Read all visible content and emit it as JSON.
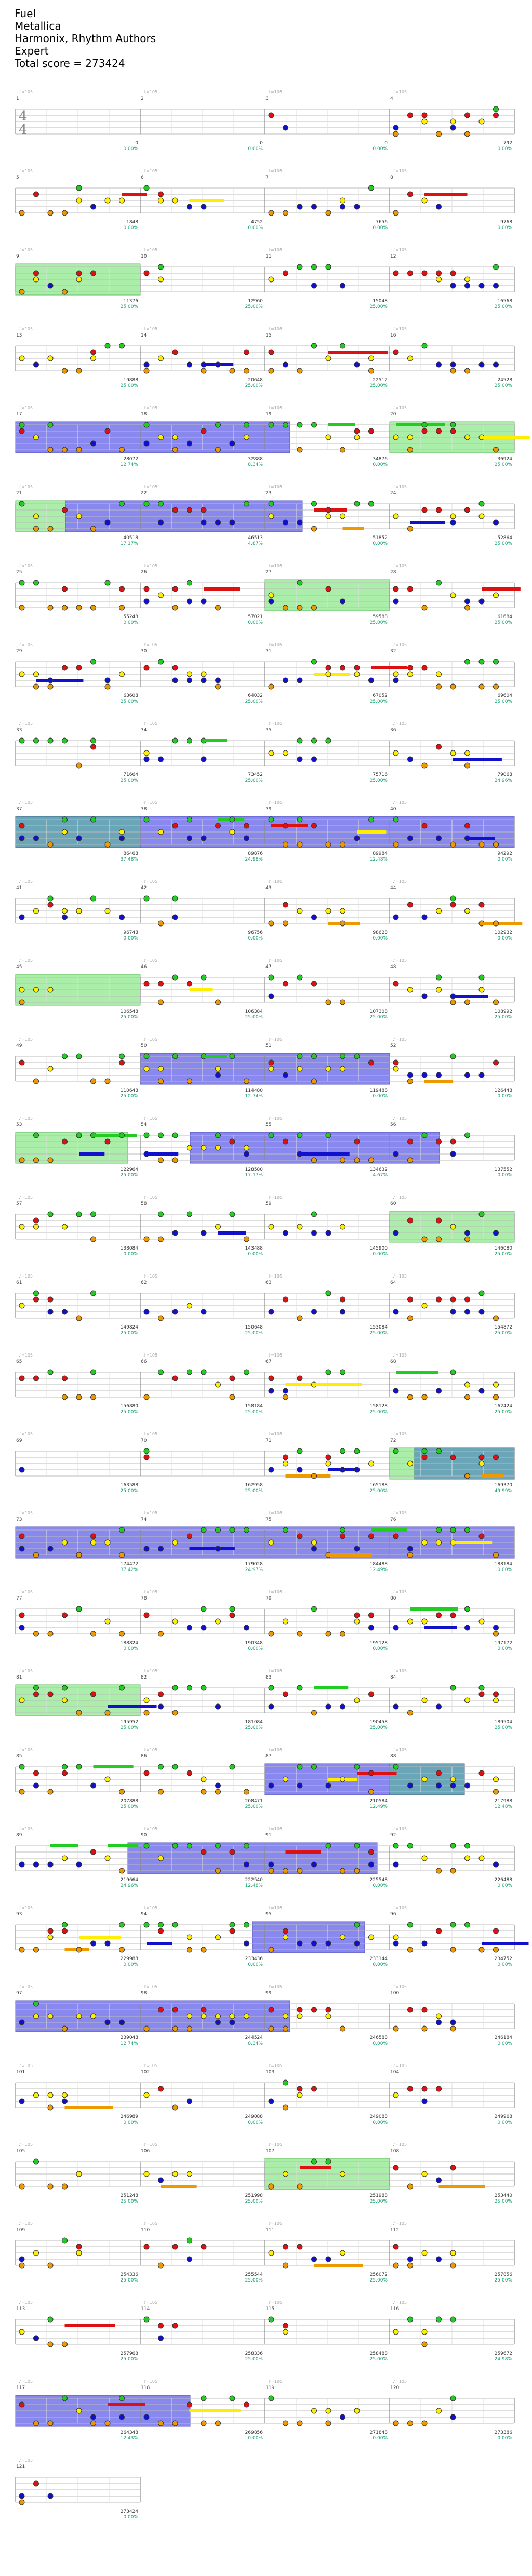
{
  "song": {
    "title": "Fuel",
    "artist": "Metallica",
    "charter": "Harmonix,  Rhythm Authors",
    "difficulty": "Expert",
    "total_score_label": "Total score = 273424"
  },
  "time_signature": {
    "numerator": "4",
    "denominator": "4"
  },
  "tempo_marker": "♪=105",
  "colors": {
    "green": "#22cc22",
    "red": "#dd1111",
    "yellow": "#ffee00",
    "blue": "#1111cc",
    "orange": "#ee9900",
    "sp_phrase": "#aaeeaa",
    "sp_activation": "#8888ee",
    "overlap": "#6aa6b8",
    "star_purple": "#992299",
    "score_text": "#333333",
    "pct_text": "#1aa36b"
  },
  "rows": [
    {
      "measures": [
        1,
        2,
        3,
        4
      ],
      "scores": [
        "0",
        "0",
        "0",
        "792"
      ],
      "pcts": [
        "0.00%",
        "0.00%",
        "0.00%",
        "0.00%"
      ],
      "density": [
        0,
        0,
        0.2,
        1
      ]
    },
    {
      "measures": [
        5,
        6,
        7,
        8
      ],
      "scores": [
        "1848",
        "4752",
        "7656",
        "9768"
      ],
      "pcts": [
        "0.00%",
        "0.00%",
        "0.00%",
        "0.00%"
      ],
      "density": [
        1,
        0.6,
        1,
        0.5
      ]
    },
    {
      "measures": [
        9,
        10,
        11,
        12
      ],
      "scores": [
        "11376",
        "12960",
        "15048",
        "16568"
      ],
      "pcts": [
        "25.00%",
        "25.00%",
        "25.00%",
        "25.00%"
      ],
      "density": [
        0.7,
        0.3,
        0.8,
        1
      ],
      "sp": [
        [
          0,
          1
        ]
      ],
      "act": []
    },
    {
      "measures": [
        13,
        14,
        15,
        16
      ],
      "scores": [
        "19888",
        "20648",
        "22512",
        "24528"
      ],
      "pcts": [
        "25.00%",
        "25.00%",
        "25.00%",
        "25.00%"
      ],
      "density": [
        1,
        1,
        1,
        1
      ]
    },
    {
      "measures": [
        17,
        18,
        19,
        20
      ],
      "scores": [
        "28072",
        "32888",
        "34876",
        "36924"
      ],
      "pcts": [
        "12.74%",
        "8.34%",
        "0.00%",
        "25.00%"
      ],
      "density": [
        1,
        1,
        1,
        1
      ],
      "act": [
        [
          0,
          2.2
        ]
      ],
      "sp": [
        [
          3,
          4
        ]
      ]
    },
    {
      "measures": [
        21,
        22,
        23,
        24
      ],
      "scores": [
        "40518",
        "46513",
        "51852",
        "52864"
      ],
      "pcts": [
        "17.17%",
        "4.87%",
        "0.00%",
        "25.00%"
      ],
      "density": [
        1,
        1,
        1,
        1
      ],
      "act": [
        [
          0.4,
          2.3
        ]
      ],
      "sp": [
        [
          0,
          0.4
        ]
      ]
    },
    {
      "measures": [
        25,
        26,
        27,
        28
      ],
      "scores": [
        "55248",
        "57021",
        "59588",
        "61684"
      ],
      "pcts": [
        "0.00%",
        "0.00%",
        "25.00%",
        "25.00%"
      ],
      "density": [
        1,
        0.7,
        0.8,
        1
      ],
      "sp": [
        [
          2,
          3
        ]
      ]
    },
    {
      "measures": [
        29,
        30,
        31,
        32
      ],
      "scores": [
        "63608",
        "64032",
        "67052",
        "69604"
      ],
      "pcts": [
        "25.00%",
        "25.00%",
        "25.00%",
        "25.00%"
      ],
      "density": [
        1,
        0.8,
        1,
        1
      ]
    },
    {
      "measures": [
        33,
        34,
        35,
        36
      ],
      "scores": [
        "71664",
        "73452",
        "75716",
        "79068"
      ],
      "pcts": [
        "25.00%",
        "25.00%",
        "25.00%",
        "24.96%"
      ],
      "density": [
        0.8,
        0.6,
        0.6,
        0.8
      ]
    },
    {
      "measures": [
        37,
        38,
        39,
        40
      ],
      "scores": [
        "86468",
        "89876",
        "89984",
        "94292"
      ],
      "pcts": [
        "37.48%",
        "24.98%",
        "12.48%",
        "0.00%"
      ],
      "density": [
        1,
        1,
        1,
        1
      ],
      "act": [
        [
          0,
          4
        ]
      ],
      "ov": [
        [
          0,
          1
        ]
      ]
    },
    {
      "measures": [
        41,
        42,
        43,
        44
      ],
      "scores": [
        "96748",
        "96756",
        "98628",
        "102932"
      ],
      "pcts": [
        "0.00%",
        "0.00%",
        "0.00%",
        "0.00%"
      ],
      "density": [
        1,
        0.4,
        0.7,
        1
      ]
    },
    {
      "measures": [
        45,
        46,
        47,
        48
      ],
      "scores": [
        "106548",
        "106384",
        "107308",
        "108992"
      ],
      "pcts": [
        "25.00%",
        "25.00%",
        "25.00%",
        "25.00%"
      ],
      "density": [
        0.4,
        0.8,
        0.8,
        1
      ],
      "sp": [
        [
          0,
          1
        ]
      ]
    },
    {
      "measures": [
        49,
        50,
        51,
        52
      ],
      "scores": [
        "110648",
        "114480",
        "119488",
        "126448"
      ],
      "pcts": [
        "25.00%",
        "12.74%",
        "0.00%",
        "0.00%"
      ],
      "density": [
        1,
        1,
        1,
        1
      ],
      "act": [
        [
          1,
          3
        ]
      ]
    },
    {
      "measures": [
        53,
        54,
        55,
        56
      ],
      "scores": [
        "122964",
        "128580",
        "134632",
        "137552"
      ],
      "pcts": [
        "25.00%",
        "17.17%",
        "4.67%",
        "0.00%"
      ],
      "density": [
        1,
        1,
        1,
        0.8
      ],
      "sp": [
        [
          0,
          0.9
        ]
      ],
      "act": [
        [
          1.4,
          3.4
        ]
      ]
    },
    {
      "measures": [
        57,
        58,
        59,
        60
      ],
      "scores": [
        "138084",
        "143488",
        "145900",
        "146080"
      ],
      "pcts": [
        "0.00%",
        "0.00%",
        "0.00%",
        "25.00%"
      ],
      "density": [
        0.8,
        1,
        0.8,
        1
      ],
      "sp": [
        [
          3,
          4
        ]
      ]
    },
    {
      "measures": [
        61,
        62,
        63,
        64
      ],
      "scores": [
        "149824",
        "150648",
        "153084",
        "154872"
      ],
      "pcts": [
        "25.00%",
        "25.00%",
        "25.00%",
        "25.00%"
      ],
      "density": [
        0.8,
        0.6,
        0.8,
        1
      ]
    },
    {
      "measures": [
        65,
        66,
        67,
        68
      ],
      "scores": [
        "156880",
        "158184",
        "158128",
        "162424"
      ],
      "pcts": [
        "25.00%",
        "25.00%",
        "25.00%",
        "25.00%"
      ],
      "density": [
        0.8,
        1,
        0.8,
        1
      ]
    },
    {
      "measures": [
        69,
        70,
        71,
        72
      ],
      "scores": [
        "163588",
        "162958",
        "165188",
        "169370"
      ],
      "pcts": [
        "25.00%",
        "25.00%",
        "25.00%",
        "49.99%"
      ],
      "density": [
        0.1,
        0.1,
        1,
        1
      ],
      "ov": [
        [
          3.2,
          4
        ]
      ],
      "sp": [
        [
          3,
          3.2
        ]
      ]
    },
    {
      "measures": [
        73,
        74,
        75,
        76
      ],
      "scores": [
        "174472",
        "179028",
        "184488",
        "188184"
      ],
      "pcts": [
        "37.42%",
        "24.97%",
        "12.49%",
        "0.00%"
      ],
      "density": [
        1,
        1,
        1,
        1
      ],
      "act": [
        [
          0,
          4
        ]
      ]
    },
    {
      "measures": [
        77,
        78,
        79,
        80
      ],
      "scores": [
        "188824",
        "190348",
        "195128",
        "197172"
      ],
      "pcts": [
        "0.00%",
        "0.00%",
        "0.00%",
        "0.00%"
      ],
      "density": [
        1,
        1,
        1,
        1
      ]
    },
    {
      "measures": [
        81,
        82,
        83,
        84
      ],
      "scores": [
        "195952",
        "181084",
        "190458",
        "189504"
      ],
      "pcts": [
        "25.00%",
        "25.00%",
        "25.00%",
        "25.00%"
      ],
      "density": [
        1,
        0.8,
        1,
        1
      ],
      "sp": [
        [
          0,
          1
        ]
      ]
    },
    {
      "measures": [
        85,
        86,
        87,
        88
      ],
      "scores": [
        "207888",
        "208471",
        "210584",
        "217988"
      ],
      "pcts": [
        "25.00%",
        "25.00%",
        "12.49%",
        "12.48%"
      ],
      "density": [
        1,
        1,
        1,
        1
      ],
      "act": [
        [
          2,
          3.6
        ]
      ],
      "ov": [
        [
          3,
          3.6
        ]
      ]
    },
    {
      "measures": [
        89,
        90,
        91,
        92
      ],
      "scores": [
        "219664",
        "222540",
        "225548",
        "226488"
      ],
      "pcts": [
        "24.96%",
        "12.48%",
        "0.00%",
        "0.00%"
      ],
      "density": [
        1,
        1,
        1,
        1
      ],
      "act": [
        [
          0.9,
          2.9
        ]
      ]
    },
    {
      "measures": [
        93,
        94,
        95,
        96
      ],
      "scores": [
        "229988",
        "233436",
        "233144",
        "234752"
      ],
      "pcts": [
        "0.00%",
        "0.00%",
        "0.00%",
        "0.00%"
      ],
      "density": [
        1,
        1,
        1,
        1
      ],
      "act": [
        [
          1.9,
          2.8
        ]
      ],
      "sp": [
        [
          2,
          2.7
        ]
      ]
    },
    {
      "measures": [
        97,
        98,
        99,
        100
      ],
      "scores": [
        "239048",
        "244524",
        "246588",
        "246184"
      ],
      "pcts": [
        "12.74%",
        "8.34%",
        "0.00%",
        "0.00%"
      ],
      "density": [
        1,
        1,
        0.7,
        0.6
      ],
      "act": [
        [
          0,
          2.2
        ]
      ]
    },
    {
      "measures": [
        101,
        102,
        103,
        104
      ],
      "scores": [
        "246989",
        "249088",
        "249088",
        "249968"
      ],
      "pcts": [
        "0.00%",
        "0.00%",
        "0.00%",
        "0.00%"
      ],
      "density": [
        0.5,
        0.5,
        0.5,
        0.5
      ]
    },
    {
      "measures": [
        105,
        106,
        107,
        108
      ],
      "scores": [
        "251248",
        "251998",
        "251988",
        "253440"
      ],
      "pcts": [
        "25.00%",
        "25.00%",
        "25.00%",
        "25.00%"
      ],
      "density": [
        0.6,
        0.5,
        0.8,
        0.6
      ],
      "sp": [
        [
          2,
          3
        ]
      ]
    },
    {
      "measures": [
        109,
        110,
        111,
        112
      ],
      "scores": [
        "254336",
        "255544",
        "256072",
        "257856"
      ],
      "pcts": [
        "25.00%",
        "25.00%",
        "25.00%",
        "25.00%"
      ],
      "density": [
        0.6,
        0.6,
        0.7,
        0.6
      ]
    },
    {
      "measures": [
        113,
        114,
        115,
        116
      ],
      "scores": [
        "257968",
        "258336",
        "258488",
        "259672"
      ],
      "pcts": [
        "25.00%",
        "25.00%",
        "25.00%",
        "24.98%"
      ],
      "density": [
        0.5,
        0.4,
        0.3,
        0.6
      ]
    },
    {
      "measures": [
        117,
        118,
        119,
        120
      ],
      "scores": [
        "264348",
        "269856",
        "271848",
        "273386"
      ],
      "pcts": [
        "12.43%",
        "0.00%",
        "0.00%",
        "0.00%"
      ],
      "density": [
        1,
        1,
        0.9,
        0.6
      ],
      "act": [
        [
          0,
          1.4
        ]
      ]
    },
    {
      "measures": [
        121
      ],
      "scores": [
        "273424"
      ],
      "pcts": [
        "0.00%"
      ],
      "density": [
        0.4
      ]
    }
  ]
}
